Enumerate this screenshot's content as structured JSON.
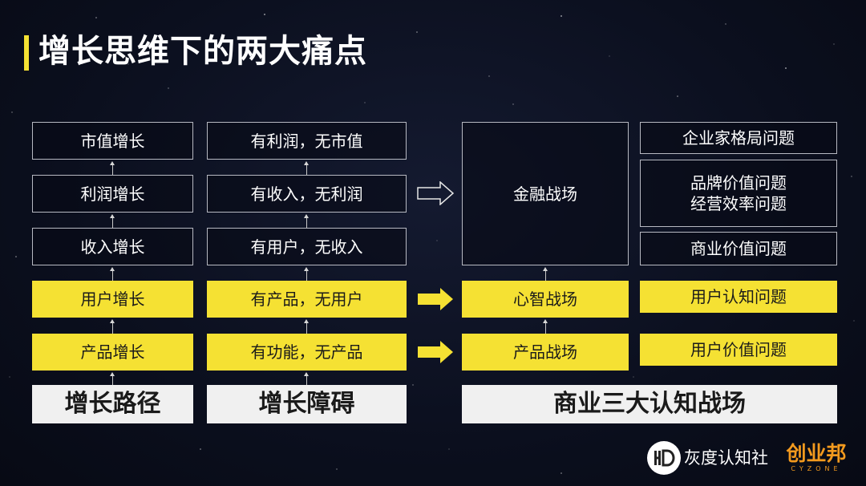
{
  "title": "增长思维下的两大痛点",
  "path_column": {
    "boxes": [
      "市值增长",
      "利润增长",
      "收入增长",
      "用户增长",
      "产品增长"
    ],
    "footer": "增长路径"
  },
  "barrier_column": {
    "boxes": [
      "有利润，无市值",
      "有收入，无利润",
      "有用户，无收入",
      "有产品，无用户",
      "有功能，无产品"
    ],
    "footer": "增长障碍"
  },
  "battlefield_column": {
    "top": "金融战场",
    "middle": "心智战场",
    "bottom": "产品战场",
    "footer": "商业三大认知战场"
  },
  "issues_column": {
    "item1": "企业家格局问题",
    "item2_line1": "品牌价值问题",
    "item2_line2": "经营效率问题",
    "item3": "商业价值问题",
    "item4": "用户认知问题",
    "item5": "用户价值问题"
  },
  "brand": {
    "logo_text": "灰度认知社",
    "partner_main": "创业邦",
    "partner_sub": "CYZONE"
  },
  "colors": {
    "accent_yellow": "#f5e133",
    "background": "#0b0f1e",
    "partner_orange": "#f39a1e"
  }
}
